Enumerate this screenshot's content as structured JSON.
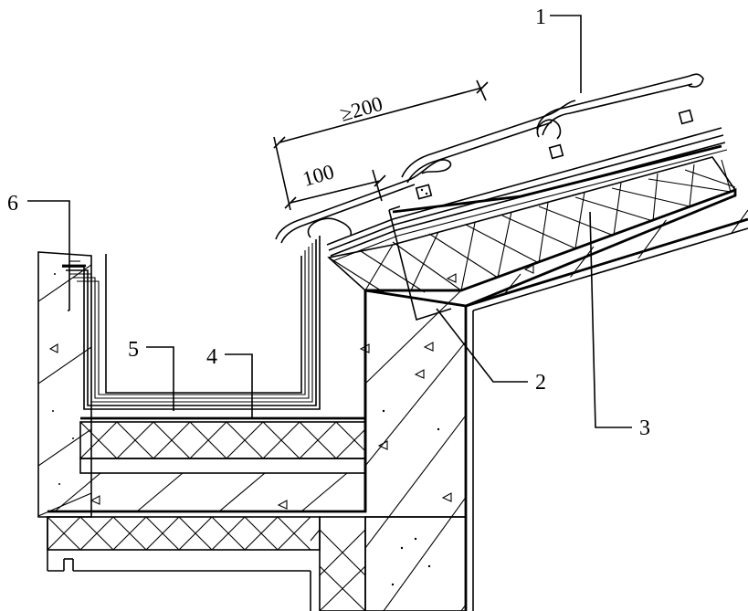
{
  "diagram": {
    "callouts": [
      {
        "id": "1",
        "label": "1"
      },
      {
        "id": "2",
        "label": "2"
      },
      {
        "id": "3",
        "label": "3"
      },
      {
        "id": "4",
        "label": "4"
      },
      {
        "id": "5",
        "label": "5"
      },
      {
        "id": "6",
        "label": "6"
      }
    ],
    "dimensions": {
      "overlap": "≥200",
      "lap": "100"
    }
  }
}
